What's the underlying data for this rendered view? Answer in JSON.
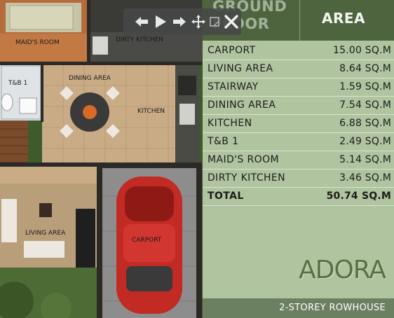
{
  "plan": {
    "labels": {
      "maids_room": "MAID'S ROOM",
      "dirty_kitchen": "DIRTY KITCHEN",
      "tb1": "T&B 1",
      "dining_area": "DINING AREA",
      "kitchen": "KITCHEN",
      "living_area": "LIVING AREA",
      "carport": "CARPORT"
    },
    "colors": {
      "grass": "#3f5a2c",
      "floor_tile": "#c9ab86",
      "wall": "#2c2a26",
      "car": "#c22a24",
      "carport_floor": "#8d8d8d"
    }
  },
  "toolbar": {
    "buttons": [
      "arrow-left-icon",
      "play-icon",
      "arrow-right-icon",
      "move-icon",
      "resize-icon",
      "close-icon"
    ]
  },
  "panel": {
    "header": {
      "col1": "GROUND FLOOR",
      "col2": "AREA"
    },
    "rows": [
      {
        "name": "CARPORT",
        "value": "15.00 SQ.M"
      },
      {
        "name": "LIVING AREA",
        "value": "8.64 SQ.M"
      },
      {
        "name": "STAIRWAY",
        "value": "1.59 SQ.M"
      },
      {
        "name": "DINING AREA",
        "value": "7.54 SQ.M"
      },
      {
        "name": "KITCHEN",
        "value": "6.88 SQ.M"
      },
      {
        "name": "T&B 1",
        "value": "2.49 SQ.M"
      },
      {
        "name": "MAID'S ROOM",
        "value": "5.14 SQ.M"
      },
      {
        "name": "DIRTY KITCHEN",
        "value": "3.46 SQ.M"
      }
    ],
    "total": {
      "name": "TOTAL",
      "value": "50.74 SQ.M"
    },
    "brand": "ADORA",
    "subtitle": "2-STOREY ROWHOUSE",
    "colors": {
      "header_bg": "#465c38",
      "panel_bg": "#cddebe"
    }
  }
}
